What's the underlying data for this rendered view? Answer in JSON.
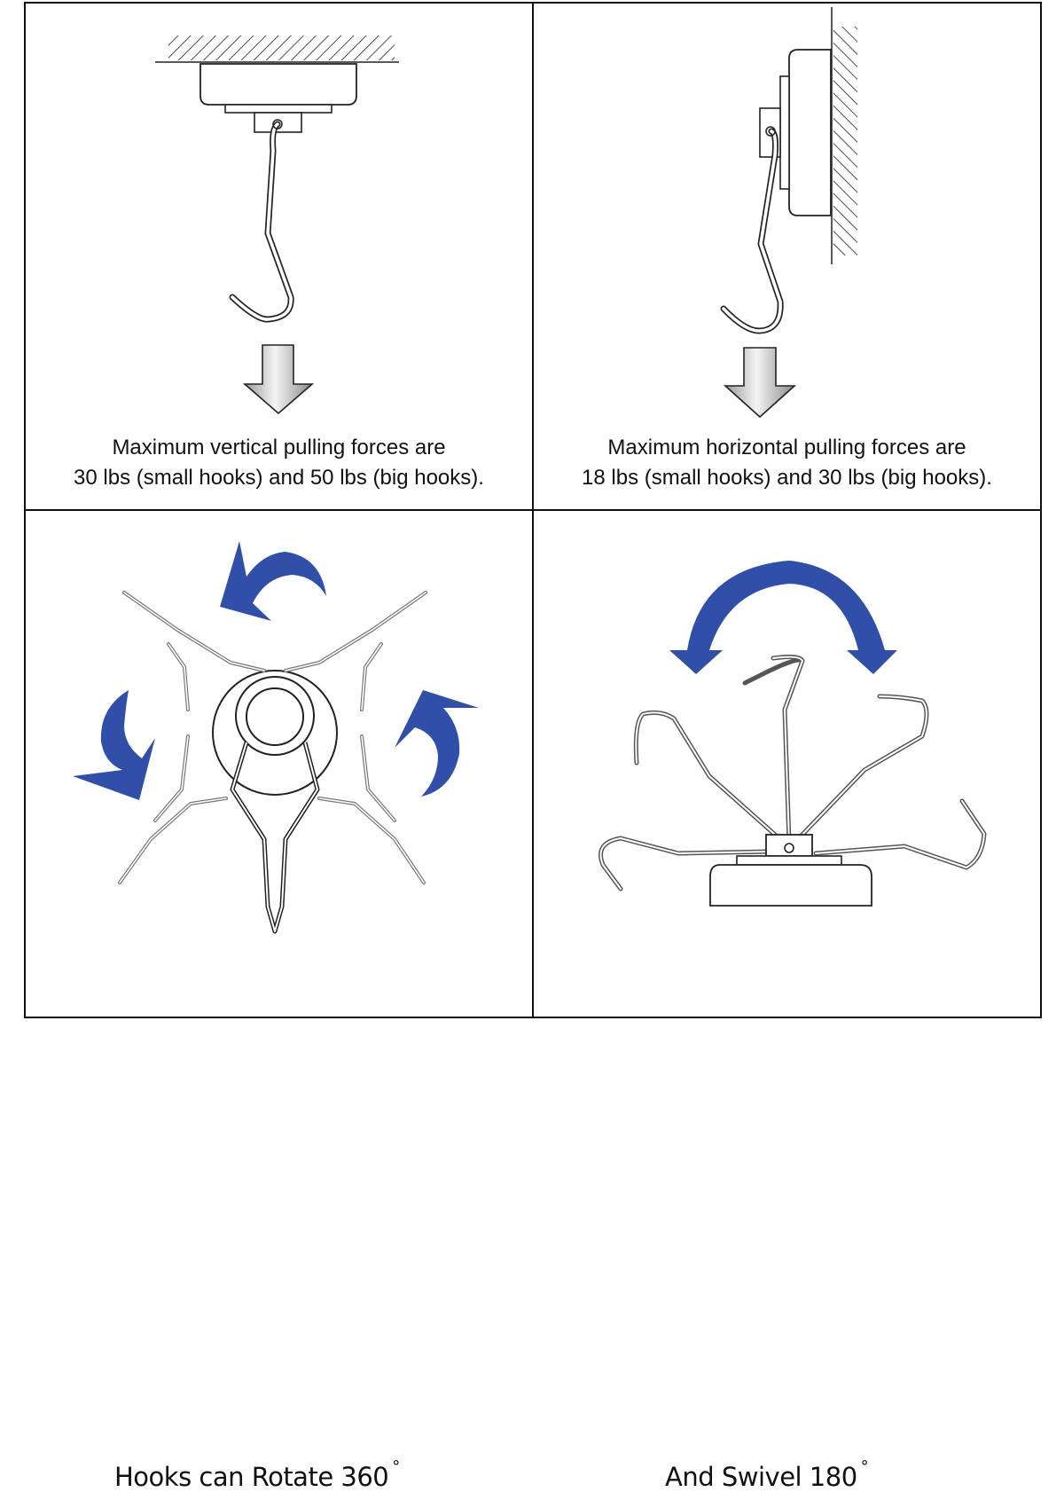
{
  "panels": {
    "vertical": {
      "title": "Vertical pull diagram",
      "caption_line1": "Maximum vertical pulling forces are",
      "caption_line2": "30 lbs (small hooks) and 50 lbs (big hooks).",
      "mount": "ceiling",
      "arrow_icon": "down-arrow-icon"
    },
    "horizontal": {
      "title": "Horizontal pull diagram",
      "caption_line1": "Maximum horizontal pulling forces are",
      "caption_line2": "18 lbs (small hooks) and 30 lbs (big hooks).",
      "mount": "wall",
      "arrow_icon": "down-arrow-icon"
    },
    "rotate": {
      "title": "Rotation diagram",
      "caption_text": "Hooks can Rotate 360",
      "degree_symbol": "°",
      "arrow_icon": "rotate-arrow-icon"
    },
    "swivel": {
      "title": "Swivel diagram",
      "caption_text": "And Swivel 180",
      "degree_symbol": "°",
      "arrow_icon": "swivel-arc-arrow-icon"
    }
  },
  "specs": {
    "vertical_small_lbs": 30,
    "vertical_big_lbs": 50,
    "horizontal_small_lbs": 18,
    "horizontal_big_lbs": 30,
    "rotation_deg": 360,
    "swivel_deg": 180
  },
  "colors": {
    "border": "#111111",
    "arrow_blue": "#2f4fa8",
    "arrow_gray_light": "#f2f2f2",
    "arrow_gray_dark": "#9a9a9a"
  }
}
